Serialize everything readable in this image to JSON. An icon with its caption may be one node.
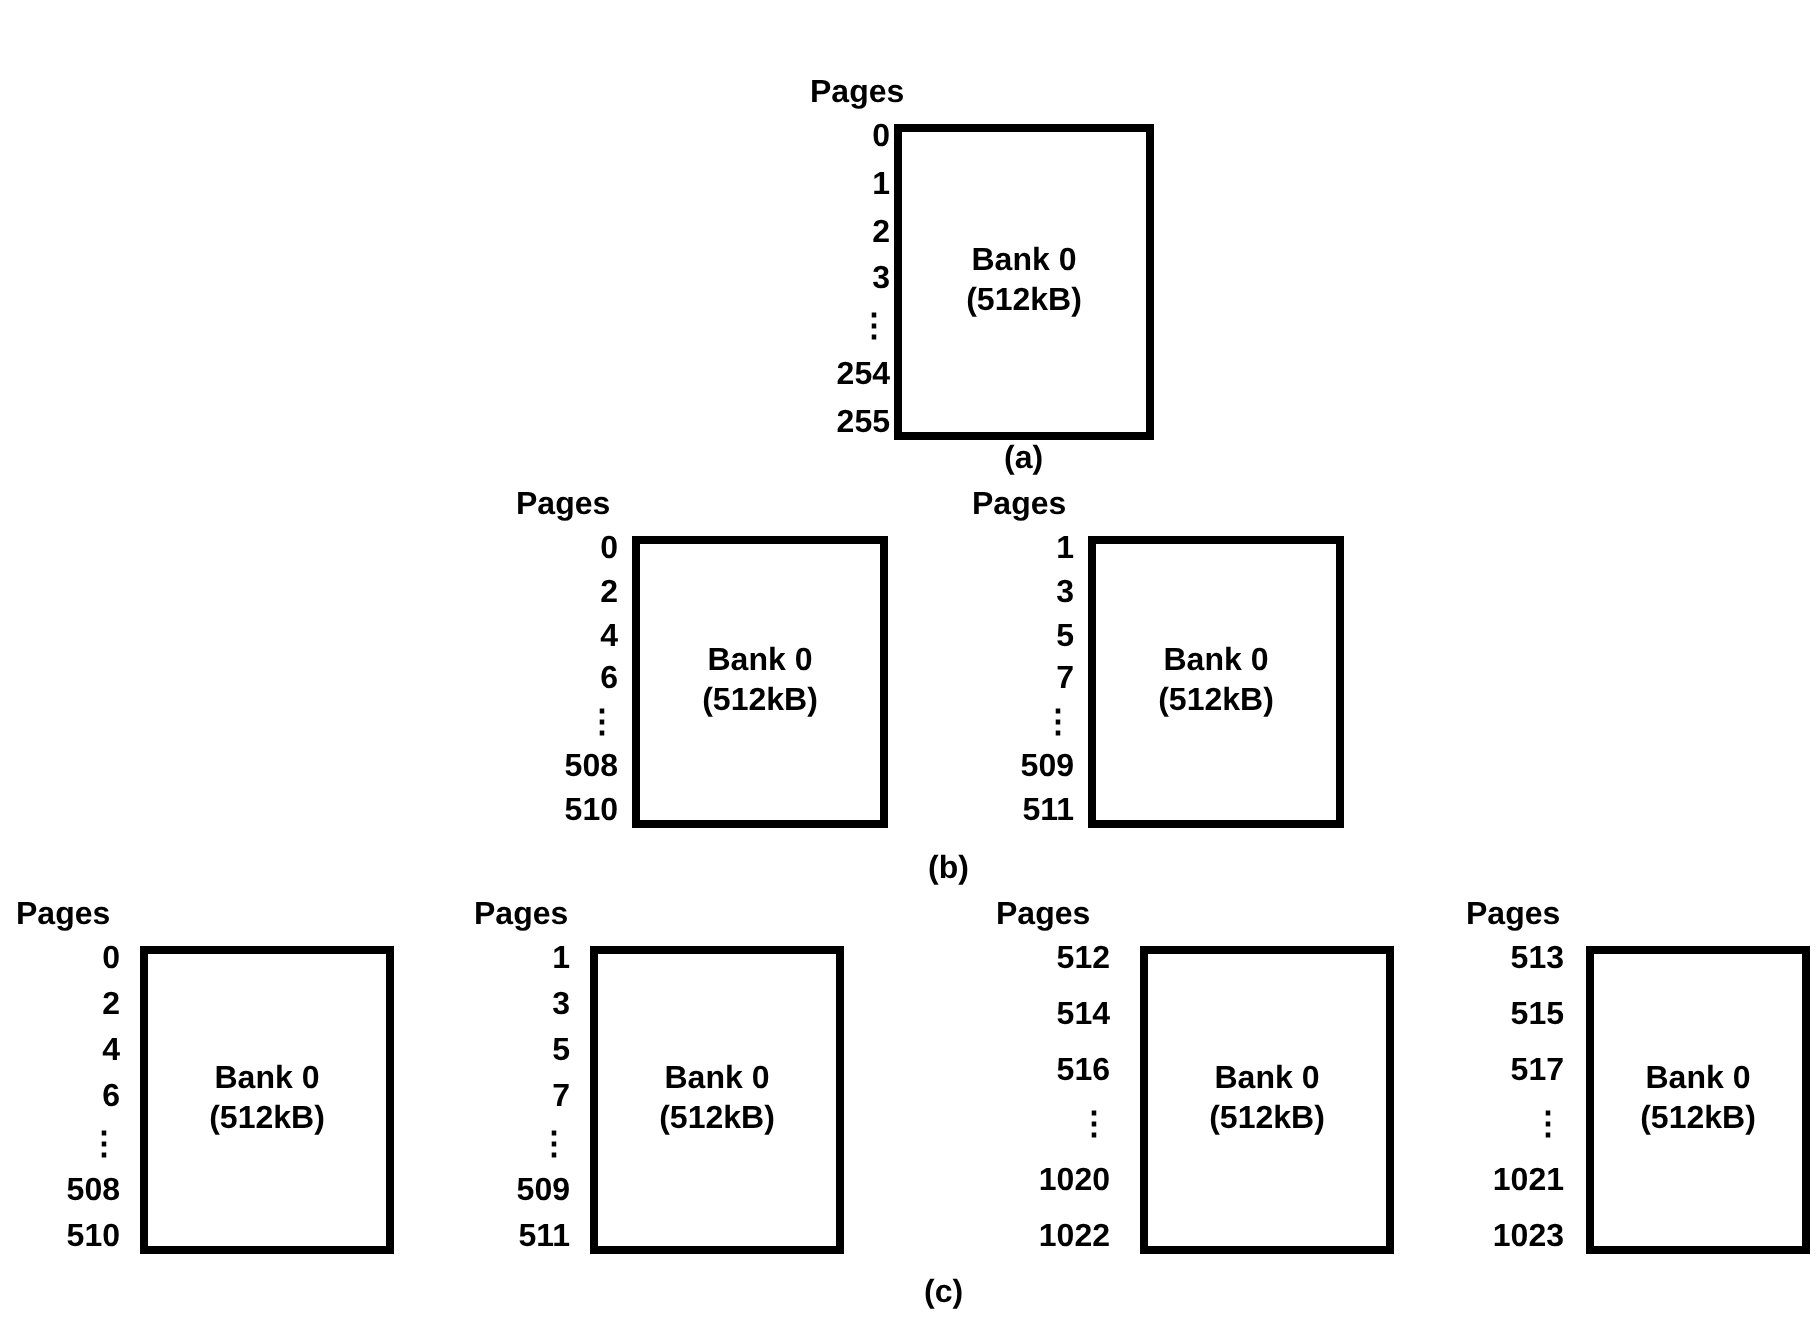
{
  "diagram": {
    "nodes": [
      {
        "text": [
          "Bank 0 (512kB)"
        ],
        "beside": [
          "Pages",
          "0",
          "1",
          "2",
          "3",
          "⋮",
          "254",
          "255"
        ]
      },
      {
        "text": [
          "Bank 0 (512kB)"
        ],
        "beside": [
          "Pages",
          "0",
          "2",
          "4",
          "6",
          "⋮",
          "508",
          "510"
        ]
      },
      {
        "text": [
          "Bank 0 (512kB)"
        ],
        "beside": [
          "Pages",
          "1",
          "3",
          "5",
          "7",
          "⋮",
          "509",
          "511"
        ]
      },
      {
        "text": [
          "Bank 0 (512kB)"
        ],
        "beside": [
          "Pages",
          "0",
          "2",
          "4",
          "6",
          "⋮",
          "508",
          "510"
        ]
      },
      {
        "text": [
          "Bank 0 (512kB)"
        ],
        "beside": [
          "Pages",
          "1",
          "3",
          "5",
          "7",
          "⋮",
          "509",
          "511"
        ]
      },
      {
        "text": [
          "Bank 0 (512kB)"
        ],
        "beside": [
          "Pages",
          "512",
          "514",
          "516",
          "⋮",
          "1020",
          "1022"
        ]
      },
      {
        "text": [
          "Bank 0 (512kB)"
        ],
        "beside": [
          "Pages",
          "513",
          "515",
          "517",
          "⋮",
          "1021",
          "1023"
        ]
      }
    ],
    "labels": [
      "(a)",
      "(b)",
      "(c)"
    ]
  }
}
